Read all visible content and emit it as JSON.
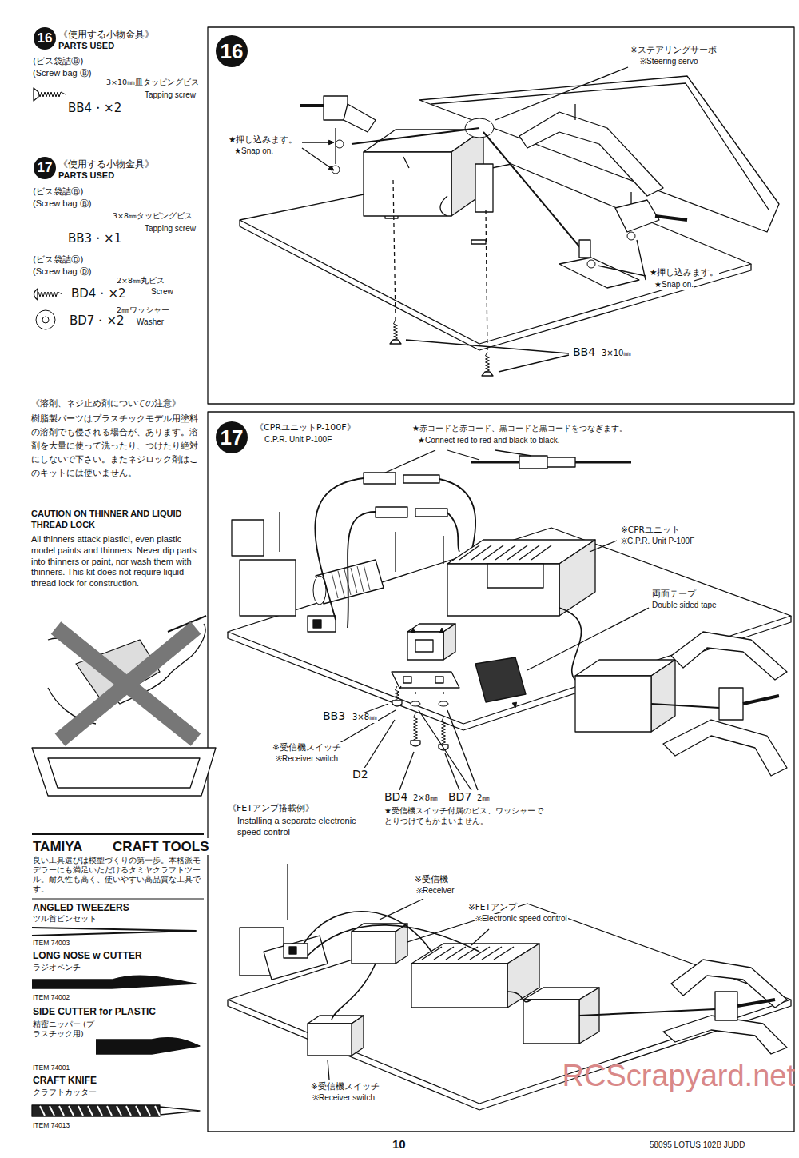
{
  "diagram": {
    "nodes": [
      {
        "text": [
          "16"
        ]
      },
      {
        "text": [
          "16"
        ]
      },
      {
        "text": [
          "17"
        ]
      },
      {
        "text": [
          "17"
        ]
      }
    ],
    "labels": [
      "《使用する小物金具》",
      "PARTS USED",
      "(ビス袋詰Ⓑ)",
      "(Screw bag Ⓑ)",
      "3×10㎜皿タッピングビス",
      "Tapping screw",
      "BB4・×2",
      "《使用する小物金具》",
      "PARTS USED",
      "(ビス袋詰Ⓑ)",
      "(Screw bag Ⓑ)",
      "3×8㎜タッピングビス",
      "Tapping screw",
      "BB3・×1",
      "(ビス袋詰Ⓓ)",
      "(Screw bag Ⓓ)",
      "2×8㎜丸ビス",
      "Screw",
      "BD4・×2",
      "2㎜ワッシャー",
      "Washer",
      "BD7・×2",
      "《溶剤、ネジ止め剤についての注意》",
      "樹脂製パーツはプラスチックモデル用塗料の溶剤でも侵される場合が、あります。溶剤を大量に使って洗ったり、つけたり絶対にしないで下さい。またネジロック剤はこのキットには使いません。",
      "CAUTION ON THINNER AND LIQUID THREAD LOCK",
      "All thinners attack plastic!, even plastic model paints and thinners. Never dip parts into thinners or paint, nor wash them with thinners. This kit does not require liquid thread lock for construction.",
      "TAMIYA",
      "CRAFT TOOLS",
      "良い工具選びは模型づくりの第一歩。本格派モデラーにも満足いただけるタミヤクラフトツール。耐久性も高く、使いやすい高品質な工具です。",
      "ANGLED TWEEZERS",
      "ツル首ピンセット",
      "ITEM 74003",
      "LONG NOSE w CUTTER",
      "ラジオペンチ",
      "ITEM 74002",
      "SIDE CUTTER for PLASTIC",
      "精密ニッパー (プラスチック用)",
      "ITEM 74001",
      "CRAFT KNIFE",
      "クラフトカッター",
      "ITEM 74013",
      "※ステアリングサーボ",
      "※Steering servo",
      "★押し込みます。",
      "★Snap on.",
      "★押し込みます。",
      "★Snap on.",
      "BB4",
      "3×10㎜",
      "《CPRユニットP-100F》",
      "C.P.R. Unit P-100F",
      "★赤コードと赤コード、黒コードと黒コードをつなぎます。",
      "★Connect red to red and black to black.",
      "※CPRユニット",
      "※C.P.R. Unit P-100F",
      "両面テープ",
      "Double sided tape",
      "BB3",
      "3×8㎜",
      "※受信機スイッチ",
      "※Receiver switch",
      "D2",
      "BD4",
      "2×8㎜",
      "BD7",
      "2㎜",
      "★受信機スイッチ付属のビス、ワッシャーでとりつけてもかまいません。",
      "《FETアンプ搭載例》",
      "Installing a separate electronic speed control",
      "※受信機",
      "※Receiver",
      "※FETアンプ",
      "※Electronic speed control",
      "※受信機スイッチ",
      "※Receiver switch",
      "10",
      "58095 LOTUS 102B JUDD",
      "RCScrapyard.net"
    ]
  }
}
